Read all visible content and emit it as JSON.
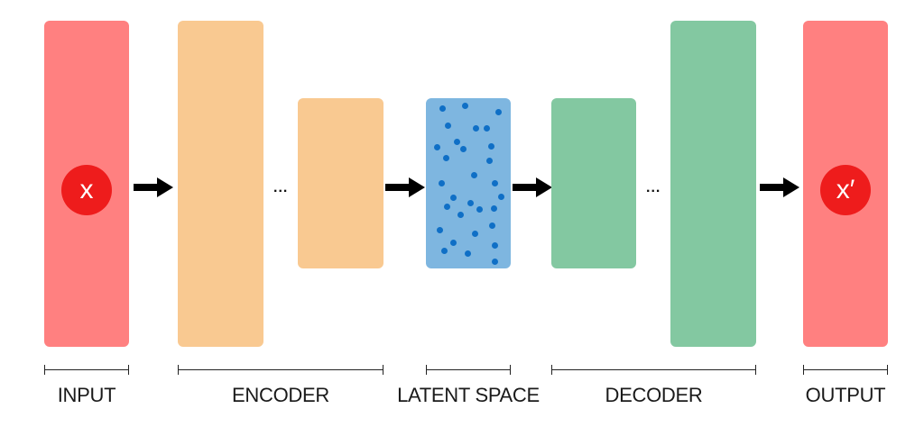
{
  "input": {
    "symbol": "x",
    "label": "INPUT"
  },
  "encoder": {
    "ellipsis": "...",
    "label": "ENCODER"
  },
  "latent": {
    "label": "LATENT SPACE"
  },
  "decoder": {
    "ellipsis": "...",
    "label": "DECODER"
  },
  "output": {
    "symbol": "x′",
    "label": "OUTPUT"
  },
  "colors": {
    "input_output": "#ff8080",
    "encoder": "#f9c991",
    "latent": "#7eb6e0",
    "latent_dots": "#0f6fc6",
    "decoder": "#83c8a1",
    "symbol_circle": "#ee1c1c",
    "arrows": "#000000"
  }
}
